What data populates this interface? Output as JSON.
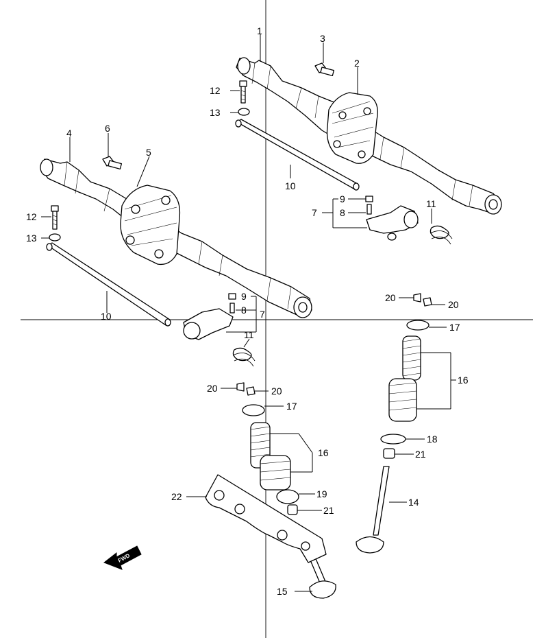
{
  "callouts": [
    {
      "id": "c1",
      "text": "1"
    },
    {
      "id": "c2",
      "text": "2"
    },
    {
      "id": "c3",
      "text": "3"
    },
    {
      "id": "c4",
      "text": "4"
    },
    {
      "id": "c5",
      "text": "5"
    },
    {
      "id": "c6",
      "text": "6"
    },
    {
      "id": "c7a",
      "text": "7"
    },
    {
      "id": "c7b",
      "text": "7"
    },
    {
      "id": "c8a",
      "text": "8"
    },
    {
      "id": "c8b",
      "text": "8"
    },
    {
      "id": "c9a",
      "text": "9"
    },
    {
      "id": "c9b",
      "text": "9"
    },
    {
      "id": "c10a",
      "text": "10"
    },
    {
      "id": "c10b",
      "text": "10"
    },
    {
      "id": "c11a",
      "text": "11"
    },
    {
      "id": "c11b",
      "text": "11"
    },
    {
      "id": "c12a",
      "text": "12"
    },
    {
      "id": "c12b",
      "text": "12"
    },
    {
      "id": "c13a",
      "text": "13"
    },
    {
      "id": "c13b",
      "text": "13"
    },
    {
      "id": "c14",
      "text": "14"
    },
    {
      "id": "c15",
      "text": "15"
    },
    {
      "id": "c16a",
      "text": "16"
    },
    {
      "id": "c16b",
      "text": "16"
    },
    {
      "id": "c17a",
      "text": "17"
    },
    {
      "id": "c17b",
      "text": "17"
    },
    {
      "id": "c18",
      "text": "18"
    },
    {
      "id": "c19",
      "text": "19"
    },
    {
      "id": "c20a",
      "text": "20"
    },
    {
      "id": "c20b",
      "text": "20"
    },
    {
      "id": "c20c",
      "text": "20"
    },
    {
      "id": "c20d",
      "text": "20"
    },
    {
      "id": "c21a",
      "text": "21"
    },
    {
      "id": "c21b",
      "text": "21"
    },
    {
      "id": "c22",
      "text": "22"
    }
  ],
  "fwd_badge": "FWD",
  "colors": {
    "line": "#000000",
    "paper": "#ffffff"
  }
}
